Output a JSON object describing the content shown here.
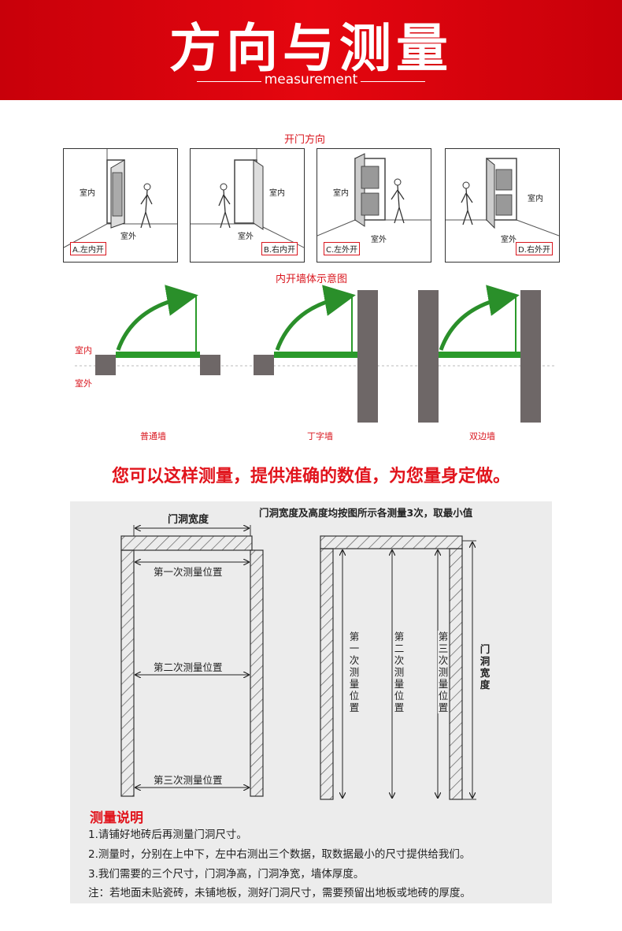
{
  "header": {
    "title": "方向与测量",
    "subtitle": "measurement"
  },
  "door_direction": {
    "title": "开门方向",
    "panels": [
      {
        "tag": "A.左内开",
        "indoor": "室内",
        "outdoor": "室外"
      },
      {
        "tag": "B.右内开",
        "indoor": "室内",
        "outdoor": "室外"
      },
      {
        "tag": "C.左外开",
        "indoor": "室内",
        "outdoor": "室外"
      },
      {
        "tag": "D.右外开",
        "indoor": "室内",
        "outdoor": "室外"
      }
    ]
  },
  "wall_types": {
    "title": "内开墙体示意图",
    "indoor": "室内",
    "outdoor": "室外",
    "labels": [
      "普通墙",
      "丁字墙",
      "双边墙"
    ],
    "colors": {
      "door": "#2a9a2a",
      "wall": "#6e6767",
      "arc": "#2a8f2a"
    }
  },
  "cta": "您可以这样测量，提供准确的数值，为您量身定做。",
  "measurement": {
    "width_label": "门洞宽度",
    "note": "门洞宽度及高度均按图所示各测量3次，取最小值",
    "height_positions": [
      "第一次测量位置",
      "第二次测量位置",
      "第三次测量位置"
    ],
    "width_positions": [
      "第一次测量位置",
      "第二次测量位置",
      "第三次测量位置"
    ],
    "width_side_label": "门洞宽度"
  },
  "notes": {
    "title": "测量说明",
    "items": [
      "1.请铺好地砖后再测量门洞尺寸。",
      "2.测量时，分别在上中下，左中右测出三个数据，取数据最小的尺寸提供给我们。",
      "3.我们需要的三个尺寸，门洞净高，门洞净宽，墙体厚度。",
      "注：若地面未贴瓷砖，未铺地板，测好门洞尺寸，需要预留出地板或地砖的厚度。"
    ]
  },
  "accent_color": "#e1141c"
}
